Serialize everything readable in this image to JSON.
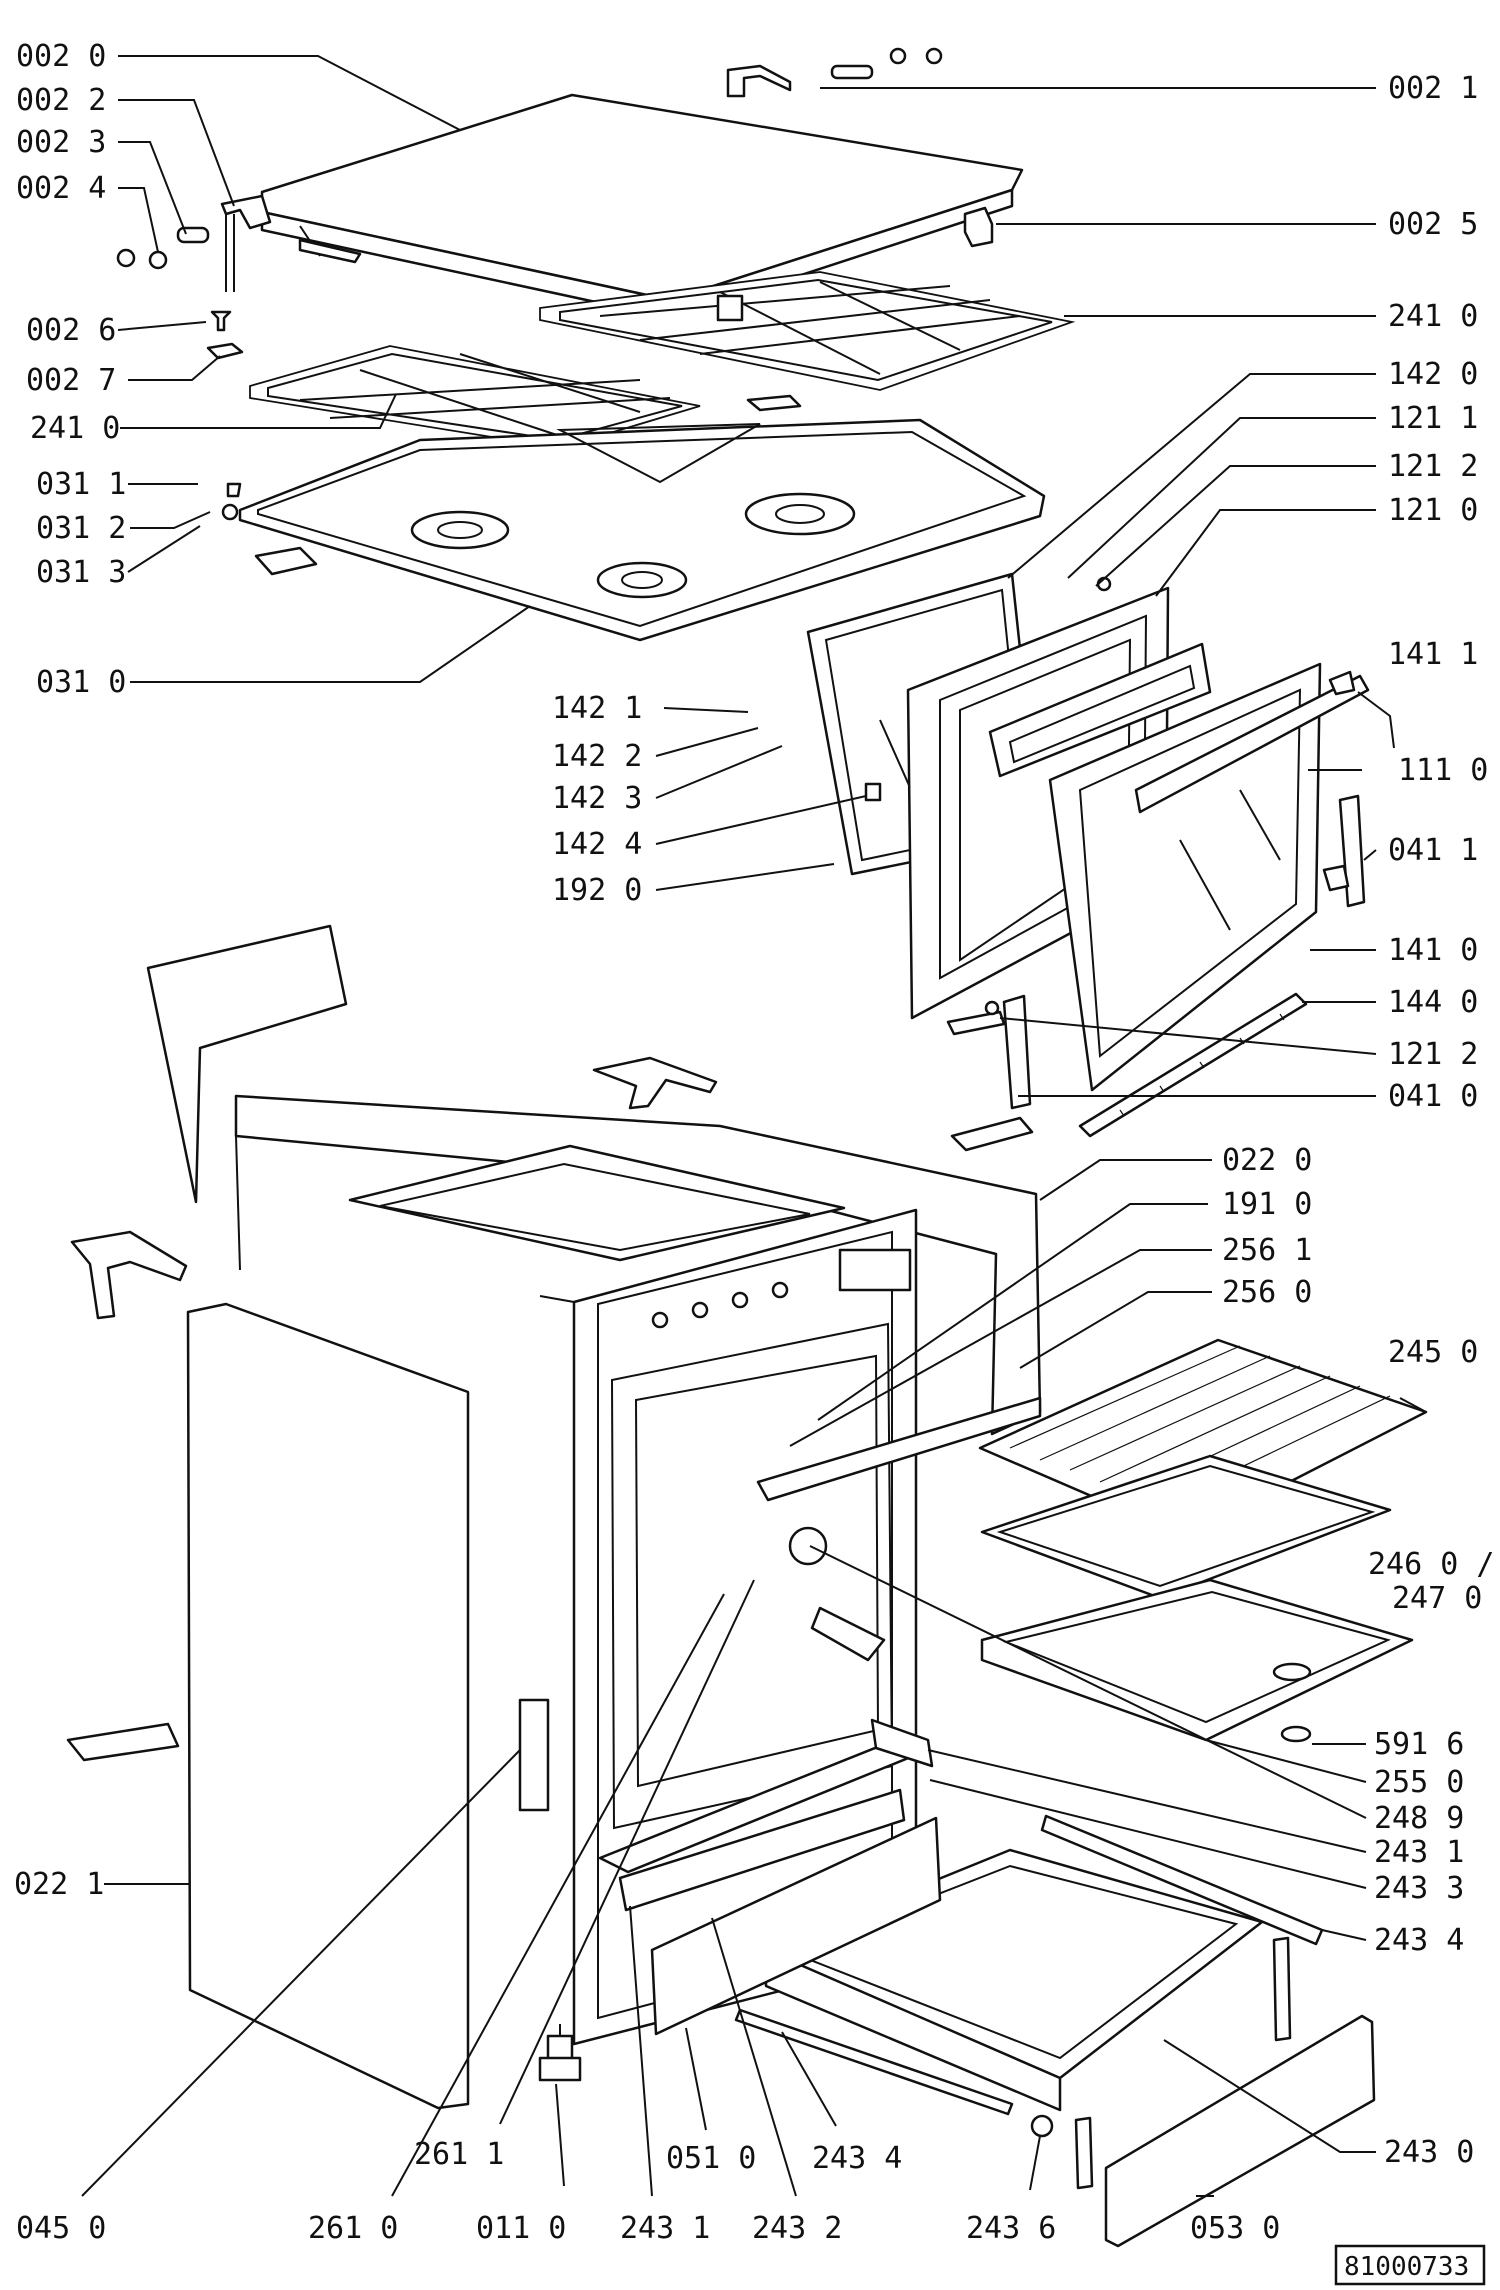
{
  "diagram": {
    "document_number": "81000733",
    "callouts": [
      {
        "id": "c-0020",
        "text": "002 0"
      },
      {
        "id": "c-0022",
        "text": "002 2"
      },
      {
        "id": "c-0023",
        "text": "002 3"
      },
      {
        "id": "c-0024",
        "text": "002 4"
      },
      {
        "id": "c-0026",
        "text": "002 6"
      },
      {
        "id": "c-0027",
        "text": "002 7"
      },
      {
        "id": "c-2410-left",
        "text": "241 0"
      },
      {
        "id": "c-0311",
        "text": "031 1"
      },
      {
        "id": "c-0312",
        "text": "031 2"
      },
      {
        "id": "c-0313",
        "text": "031 3"
      },
      {
        "id": "c-0310",
        "text": "031 0"
      },
      {
        "id": "c-0021",
        "text": "002 1"
      },
      {
        "id": "c-0025",
        "text": "002 5"
      },
      {
        "id": "c-2410-right",
        "text": "241 0"
      },
      {
        "id": "c-1420",
        "text": "142 0"
      },
      {
        "id": "c-1211",
        "text": "121 1"
      },
      {
        "id": "c-1212-top",
        "text": "121 2"
      },
      {
        "id": "c-1210",
        "text": "121 0"
      },
      {
        "id": "c-1411",
        "text": "141 1"
      },
      {
        "id": "c-1110",
        "text": "111 0"
      },
      {
        "id": "c-0411",
        "text": "041 1"
      },
      {
        "id": "c-1410",
        "text": "141 0"
      },
      {
        "id": "c-1440",
        "text": "144 0"
      },
      {
        "id": "c-1212-bottom",
        "text": "121 2"
      },
      {
        "id": "c-0410",
        "text": "041 0"
      },
      {
        "id": "c-1421",
        "text": "142 1"
      },
      {
        "id": "c-1422",
        "text": "142 2"
      },
      {
        "id": "c-1423",
        "text": "142 3"
      },
      {
        "id": "c-1424",
        "text": "142 4"
      },
      {
        "id": "c-1920",
        "text": "192 0"
      },
      {
        "id": "c-0220",
        "text": "022 0"
      },
      {
        "id": "c-1910",
        "text": "191 0"
      },
      {
        "id": "c-2561",
        "text": "256 1"
      },
      {
        "id": "c-2560",
        "text": "256 0"
      },
      {
        "id": "c-2450",
        "text": "245 0"
      },
      {
        "id": "c-2460",
        "text": "246 0 /"
      },
      {
        "id": "c-2470",
        "text": "247 0"
      },
      {
        "id": "c-5916",
        "text": "591 6"
      },
      {
        "id": "c-2550",
        "text": "255 0"
      },
      {
        "id": "c-2489",
        "text": "248 9"
      },
      {
        "id": "c-2431-right",
        "text": "243 1"
      },
      {
        "id": "c-2433",
        "text": "243 3"
      },
      {
        "id": "c-2434-right",
        "text": "243 4"
      },
      {
        "id": "c-2430",
        "text": "243 0"
      },
      {
        "id": "c-0221",
        "text": "022 1"
      },
      {
        "id": "c-0450",
        "text": "045 0"
      },
      {
        "id": "c-2611",
        "text": "261 1"
      },
      {
        "id": "c-2610",
        "text": "261 0"
      },
      {
        "id": "c-0110",
        "text": "011 0"
      },
      {
        "id": "c-0510",
        "text": "051 0"
      },
      {
        "id": "c-2431-bottom",
        "text": "243 1"
      },
      {
        "id": "c-2434-bottom",
        "text": "243 4"
      },
      {
        "id": "c-2432",
        "text": "243 2"
      },
      {
        "id": "c-2436",
        "text": "243 6"
      },
      {
        "id": "c-0530",
        "text": "053 0"
      }
    ]
  }
}
